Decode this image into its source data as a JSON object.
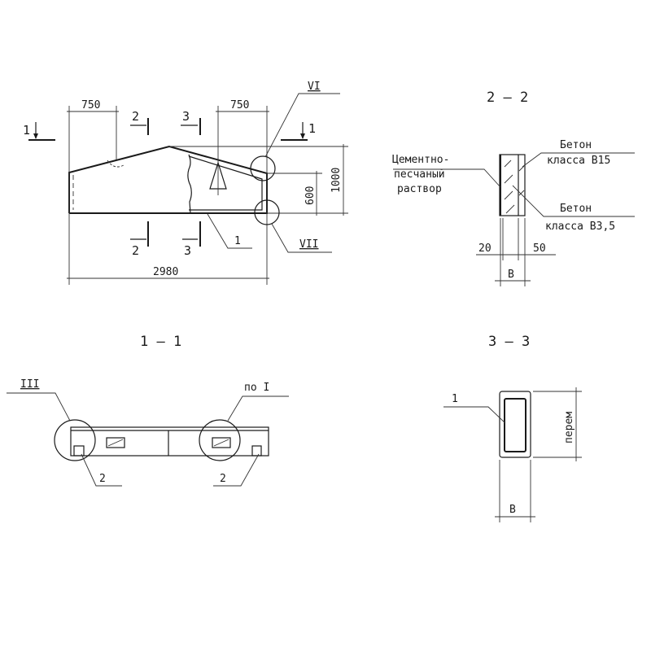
{
  "elevation": {
    "dim_left_750": "750",
    "dim_right_750": "750",
    "dim_total_length": "2980",
    "dim_height_1000": "1000",
    "dim_height_600": "600",
    "section_1_left": "1",
    "section_1_right": "1",
    "section_2_top": "2",
    "section_2_bottom": "2",
    "section_3_top": "3",
    "section_3_bottom": "3",
    "node_vi": "VI",
    "node_vii": "VII",
    "callout_1": "1"
  },
  "section_2_2": {
    "title": "2 — 2",
    "label_b15_line1": "Бетон",
    "label_b15_line2": "класса В15",
    "label_mortar_line1": "Цементно-",
    "label_mortar_line2": "песчаный",
    "label_mortar_line3": "раствор",
    "label_b35_line1": "Бетон",
    "label_b35_line2": "класса В3,5",
    "dim_20": "20",
    "dim_50": "50",
    "dim_b": "В"
  },
  "section_1_1": {
    "title": "1 — 1",
    "node_iii": "III",
    "node_po_i": "по I",
    "callout_2_left": "2",
    "callout_2_right": "2"
  },
  "section_3_3": {
    "title": "3 — 3",
    "callout_1": "1",
    "dim_height": "перем",
    "dim_b": "В"
  }
}
